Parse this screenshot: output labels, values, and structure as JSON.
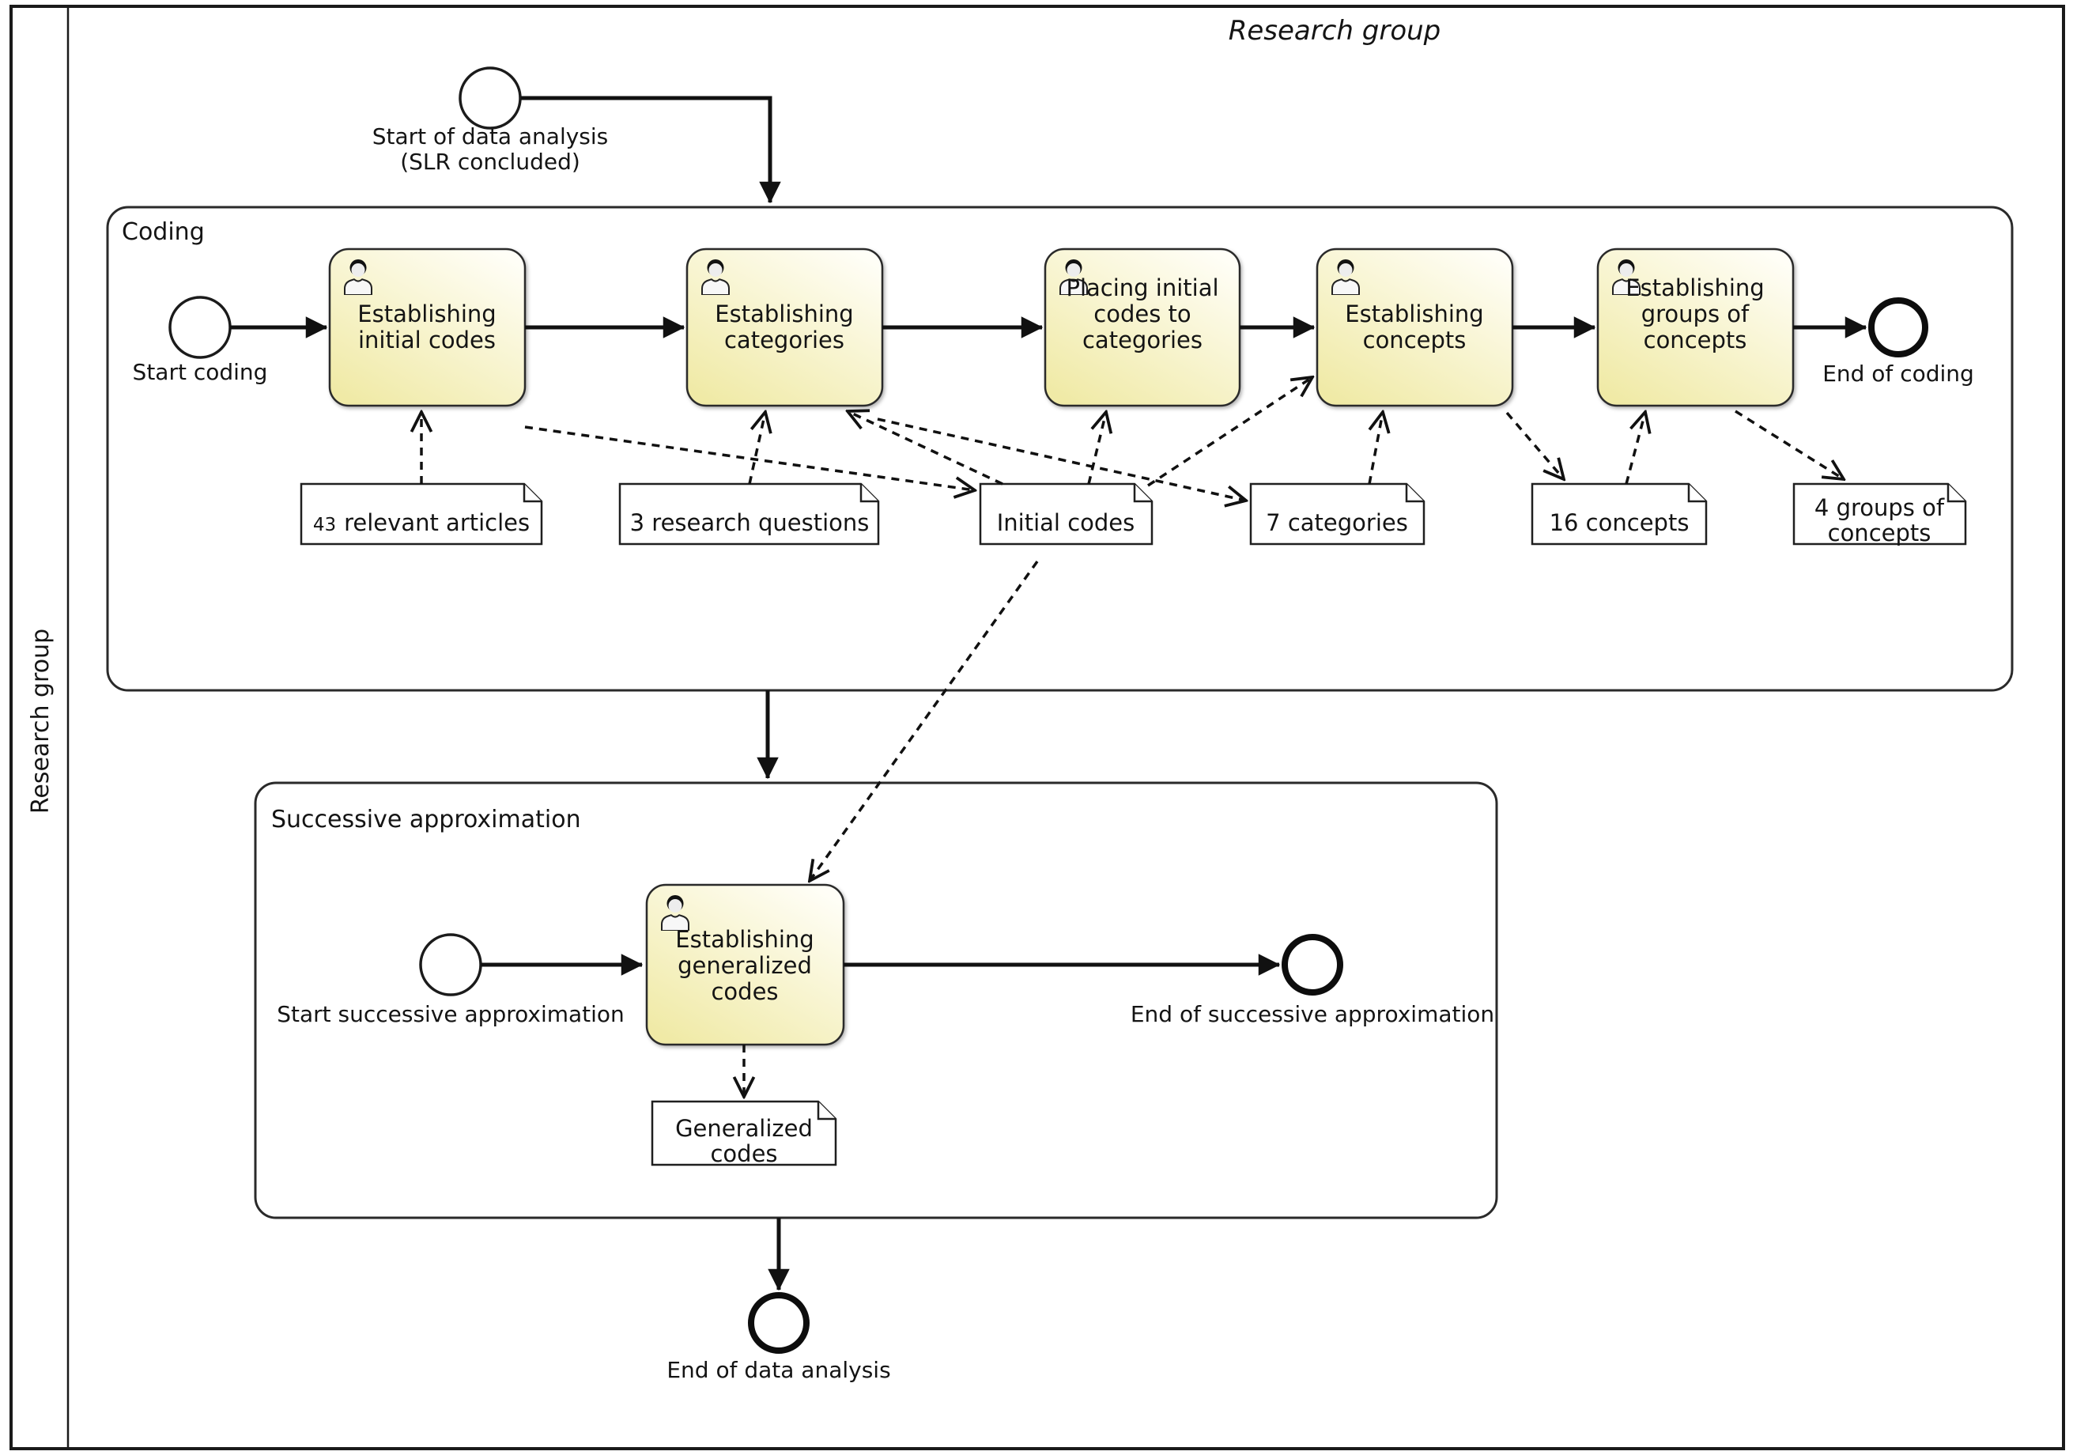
{
  "pool": {
    "lane_label": "Research group",
    "watermark": "Research group"
  },
  "subprocesses": {
    "coding": {
      "label": "Coding"
    },
    "successive_approximation": {
      "label": "Successive approximation"
    }
  },
  "events": {
    "start_data_analysis": {
      "line1": "Start of data analysis",
      "line2": "(SLR concluded)"
    },
    "start_coding": {
      "label": "Start coding"
    },
    "end_coding": {
      "label": "End of coding"
    },
    "start_successive_approximation": {
      "label": "Start successive approximation"
    },
    "end_successive_approximation": {
      "label": "End of successive approximation"
    },
    "end_data_analysis": {
      "label": "End of data analysis"
    }
  },
  "tasks": {
    "establishing_initial_codes": {
      "lines": [
        "Establishing",
        "initial codes"
      ]
    },
    "establishing_categories": {
      "lines": [
        "Establishing",
        "categories"
      ]
    },
    "placing_initial_codes_to_categories": {
      "lines": [
        "Placing initial",
        "codes to",
        "categories"
      ]
    },
    "establishing_concepts": {
      "lines": [
        "Establishing",
        "concepts"
      ]
    },
    "establishing_groups_of_concepts": {
      "lines": [
        "Establishing",
        "groups of",
        "concepts"
      ]
    },
    "establishing_generalized_codes": {
      "lines": [
        "Establishing",
        "generalized",
        "codes"
      ]
    }
  },
  "data_objects": {
    "relevant_articles": {
      "count": "43",
      "label": "relevant articles"
    },
    "research_questions": {
      "label": "3 research questions"
    },
    "initial_codes": {
      "label": "Initial codes"
    },
    "categories": {
      "label": "7 categories"
    },
    "concepts": {
      "label": "16 concepts"
    },
    "groups_of_concepts": {
      "line1": "4 groups of",
      "line2": "concepts"
    },
    "generalized_codes": {
      "line1": "Generalized",
      "line2": "codes"
    }
  },
  "colors": {
    "task_fill_top": "#fffef7",
    "task_fill_bottom": "#f0eaa6",
    "border": "#1f1f1f",
    "watermark_gray": "#b3b3b3"
  }
}
